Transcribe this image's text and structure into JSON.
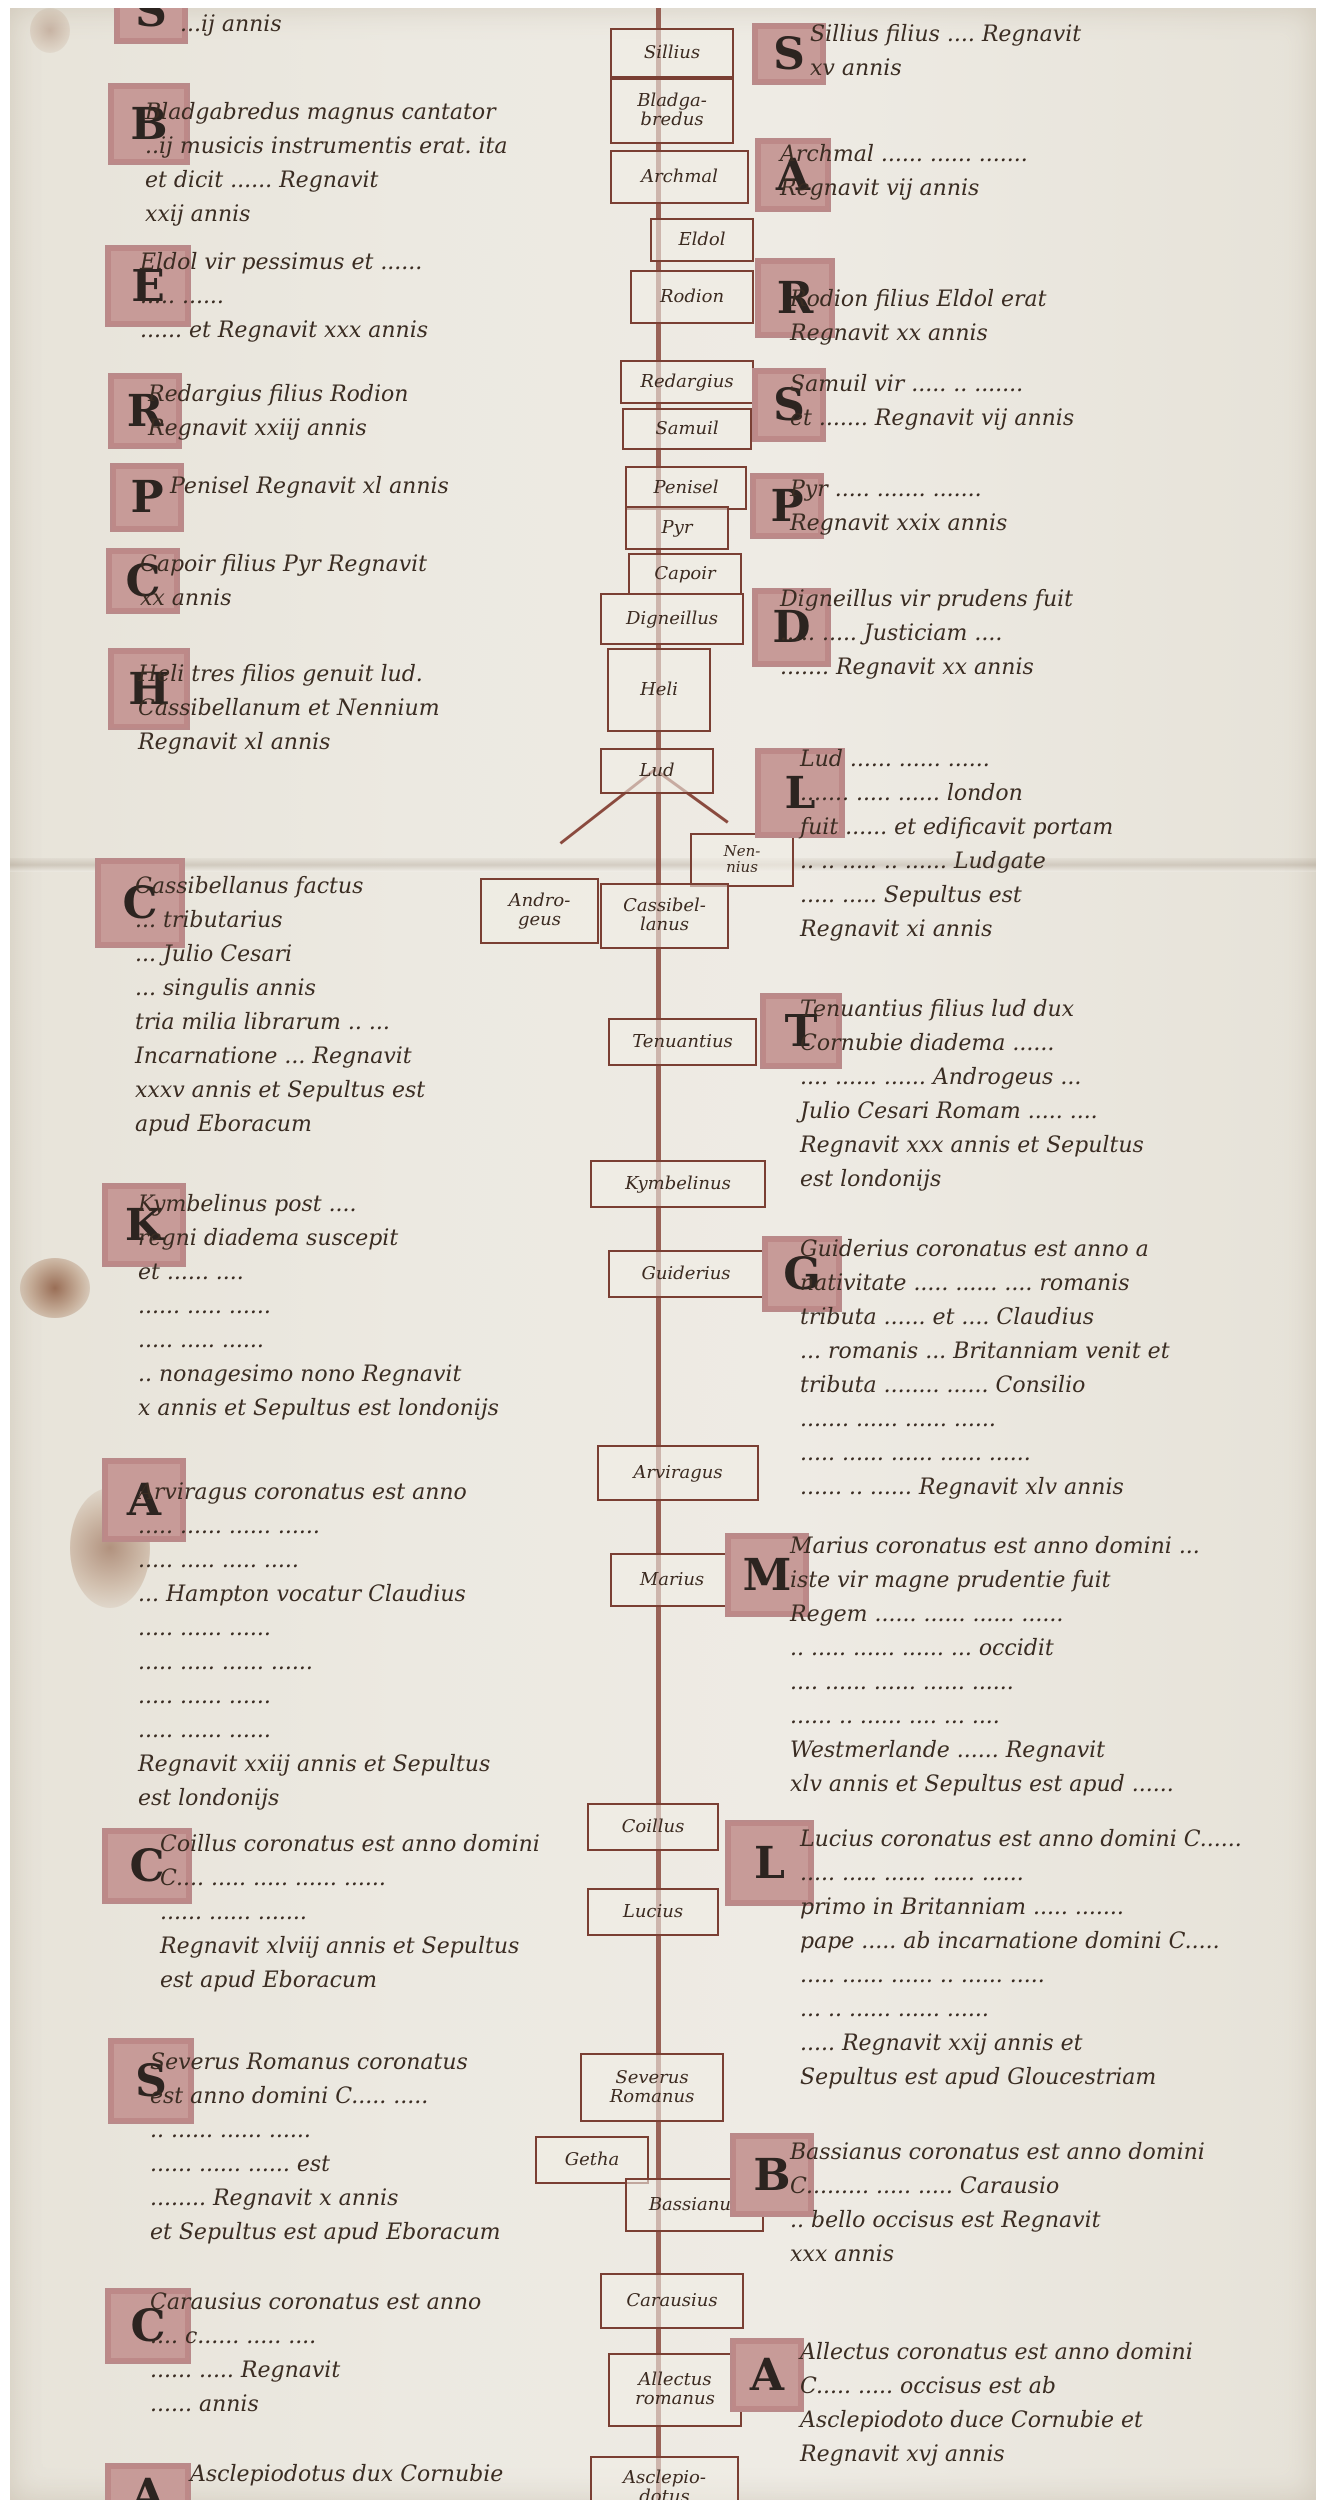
{
  "trunk_boxes": [
    {
      "id": "sillius",
      "text": "Sillius"
    },
    {
      "id": "bladgabredus",
      "text": "Bladga-\nbredus"
    },
    {
      "id": "archmail",
      "text": "Archmal"
    },
    {
      "id": "eldol",
      "text": "Eldol"
    },
    {
      "id": "rodion",
      "text": "Rodion"
    },
    {
      "id": "redargius",
      "text": "Redargius"
    },
    {
      "id": "samuil",
      "text": "Samuil"
    },
    {
      "id": "penisel",
      "text": "Penisel"
    },
    {
      "id": "pyr",
      "text": "Pyr"
    },
    {
      "id": "capoir",
      "text": "Capoir"
    },
    {
      "id": "digneillus",
      "text": "Digneillus"
    },
    {
      "id": "heli",
      "text": "Heli"
    },
    {
      "id": "lud",
      "text": "Lud"
    },
    {
      "id": "nennius",
      "text": "Nen-\nnius"
    },
    {
      "id": "androgeus",
      "text": "Andro-\ngeus"
    },
    {
      "id": "cassibellanus",
      "text": "Cassibel-\nlanus"
    },
    {
      "id": "tenuantius",
      "text": "Tenuantius"
    },
    {
      "id": "kymbelinus",
      "text": "Kymbelinus"
    },
    {
      "id": "guiderius",
      "text": "Guiderius"
    },
    {
      "id": "arviragus",
      "text": "Arviragus"
    },
    {
      "id": "marius",
      "text": "Marius"
    },
    {
      "id": "coillus",
      "text": "Coillus"
    },
    {
      "id": "lucius",
      "text": "Lucius"
    },
    {
      "id": "severus",
      "text": "Severus\nRomanus"
    },
    {
      "id": "getha",
      "text": "Getha"
    },
    {
      "id": "bassianus",
      "text": "Bassianus"
    },
    {
      "id": "carausius",
      "text": "Carausius"
    },
    {
      "id": "allectus",
      "text": "Allectus\nromanus"
    },
    {
      "id": "asclepiodotus",
      "text": "Asclepio-\ndotus"
    }
  ],
  "left_entries": [
    {
      "initial": "S",
      "text": "...ij annis"
    },
    {
      "initial": "B",
      "text": "Bladgabredus magnus cantator\n..ij musicis instrumentis erat. ita\net dicit ...... Regnavit\nxxij annis"
    },
    {
      "initial": "E",
      "text": "Eldol vir pessimus et ......\n..... ......\n...... et Regnavit xxx annis"
    },
    {
      "initial": "R",
      "text": "Redargius filius Rodion\nRegnavit xxiij annis"
    },
    {
      "initial": "P",
      "text": "Penisel Regnavit xl annis"
    },
    {
      "initial": "C",
      "text": "Capoir filius Pyr Regnavit\nxx annis"
    },
    {
      "initial": "H",
      "text": "Heli tres filios genuit lud.\nCassibellanum et Nennium\nRegnavit xl annis"
    },
    {
      "initial": "C",
      "text": "Cassibellanus factus\n... tributarius\n... Julio Cesari\n... singulis annis\ntria milia librarum .. ...\nIncarnatione ... Regnavit\nxxxv annis et Sepultus est\napud Eboracum"
    },
    {
      "initial": "K",
      "text": "Kymbelinus post ....\nregni diadema suscepit\net ...... ....\n...... ..... ......\n..... ..... ......\n.. nonagesimo nono Regnavit\nx annis et Sepultus est londonijs"
    },
    {
      "initial": "A",
      "text": "Arviragus coronatus est anno\n..... ...... ...... ......\n..... ..... ..... .....\n... Hampton vocatur Claudius\n..... ...... ......\n..... ..... ...... ......\n..... ...... ......\n..... ...... ......\nRegnavit xxiij annis et Sepultus\nest londonijs"
    },
    {
      "initial": "C",
      "text": "Coillus coronatus est anno domini\nC.... ..... ..... ...... ......\n...... ...... .......\nRegnavit xlviij annis et Sepultus\nest apud Eboracum"
    },
    {
      "initial": "S",
      "text": "Severus Romanus coronatus\nest anno domini C..... .....\n.. ...... ...... ......\n...... ...... ...... est\n........ Regnavit x annis\net Sepultus est apud Eboracum"
    },
    {
      "initial": "C",
      "text": "Carausius coronatus est anno\n.... c...... ..... ....\n...... ..... Regnavit\n...... annis"
    },
    {
      "initial": "A",
      "text": "Asclepiodotus dux Cornubie"
    }
  ],
  "right_entries": [
    {
      "initial": "S",
      "text": "Sillius filius .... Regnavit\nxv annis"
    },
    {
      "initial": "A",
      "text": "Archmal ...... ...... .......\nRegnavit vij annis"
    },
    {
      "initial": "R",
      "text": "Rodion filius Eldol erat\nRegnavit xx annis"
    },
    {
      "initial": "S",
      "text": "Samuil vir ..... .. .......\net ....... Regnavit vij annis"
    },
    {
      "initial": "P",
      "text": "Pyr ..... ....... .......\nRegnavit xxix annis"
    },
    {
      "initial": "D",
      "text": "Digneillus vir prudens fuit\n..... ..... Justiciam ....\n....... Regnavit xx annis"
    },
    {
      "initial": "L",
      "text": "Lud ...... ...... ......\n....... ..... ...... london\nfuit ...... et edificavit portam\n.. .. ..... .. ...... Ludgate\n..... ..... Sepultus est\nRegnavit xi annis"
    },
    {
      "initial": "T",
      "text": "Tenuantius filius lud dux\nCornubie diadema ......\n.... ...... ...... Androgeus ...\nJulio Cesari Romam ..... ....\nRegnavit xxx annis et Sepultus\nest londonijs"
    },
    {
      "initial": "G",
      "text": "Guiderius coronatus est anno a\nnativitate ..... ...... .... romanis\ntributa ...... et .... Claudius\n... romanis ... Britanniam venit et\ntributa ........ ...... Consilio\n....... ...... ...... ......\n..... ...... ...... ...... ......\n...... .. ...... Regnavit xlv annis"
    },
    {
      "initial": "M",
      "text": "Marius coronatus est anno domini ...\niste vir magne prudentie fuit\nRegem ...... ...... ...... ......\n.. ..... ...... ...... ... occidit\n.... ...... ...... ...... ......\n...... .. ...... .... ... ....\nWestmerlande ...... Regnavit\nxlv annis et Sepultus est apud ......"
    },
    {
      "initial": "L",
      "text": "Lucius coronatus est anno domini C......\n..... ..... ...... ...... ......\nprimo in Britanniam ..... .......\npape ..... ab incarnatione domini C.....\n..... ...... ...... .. ...... .....\n... .. ...... ...... ......\n..... Regnavit xxij annis et\nSepultus est apud Gloucestriam"
    },
    {
      "initial": "B",
      "text": "Bassianus coronatus est anno domini\nC......... ..... ..... Carausio\n.. bello occisus est Regnavit\nxxx annis"
    },
    {
      "initial": "A",
      "text": "Allectus coronatus est anno domini\nC..... ..... occisus est ab\nAsclepiodoto duce Cornubie et\nRegnavit xvj annis"
    }
  ]
}
